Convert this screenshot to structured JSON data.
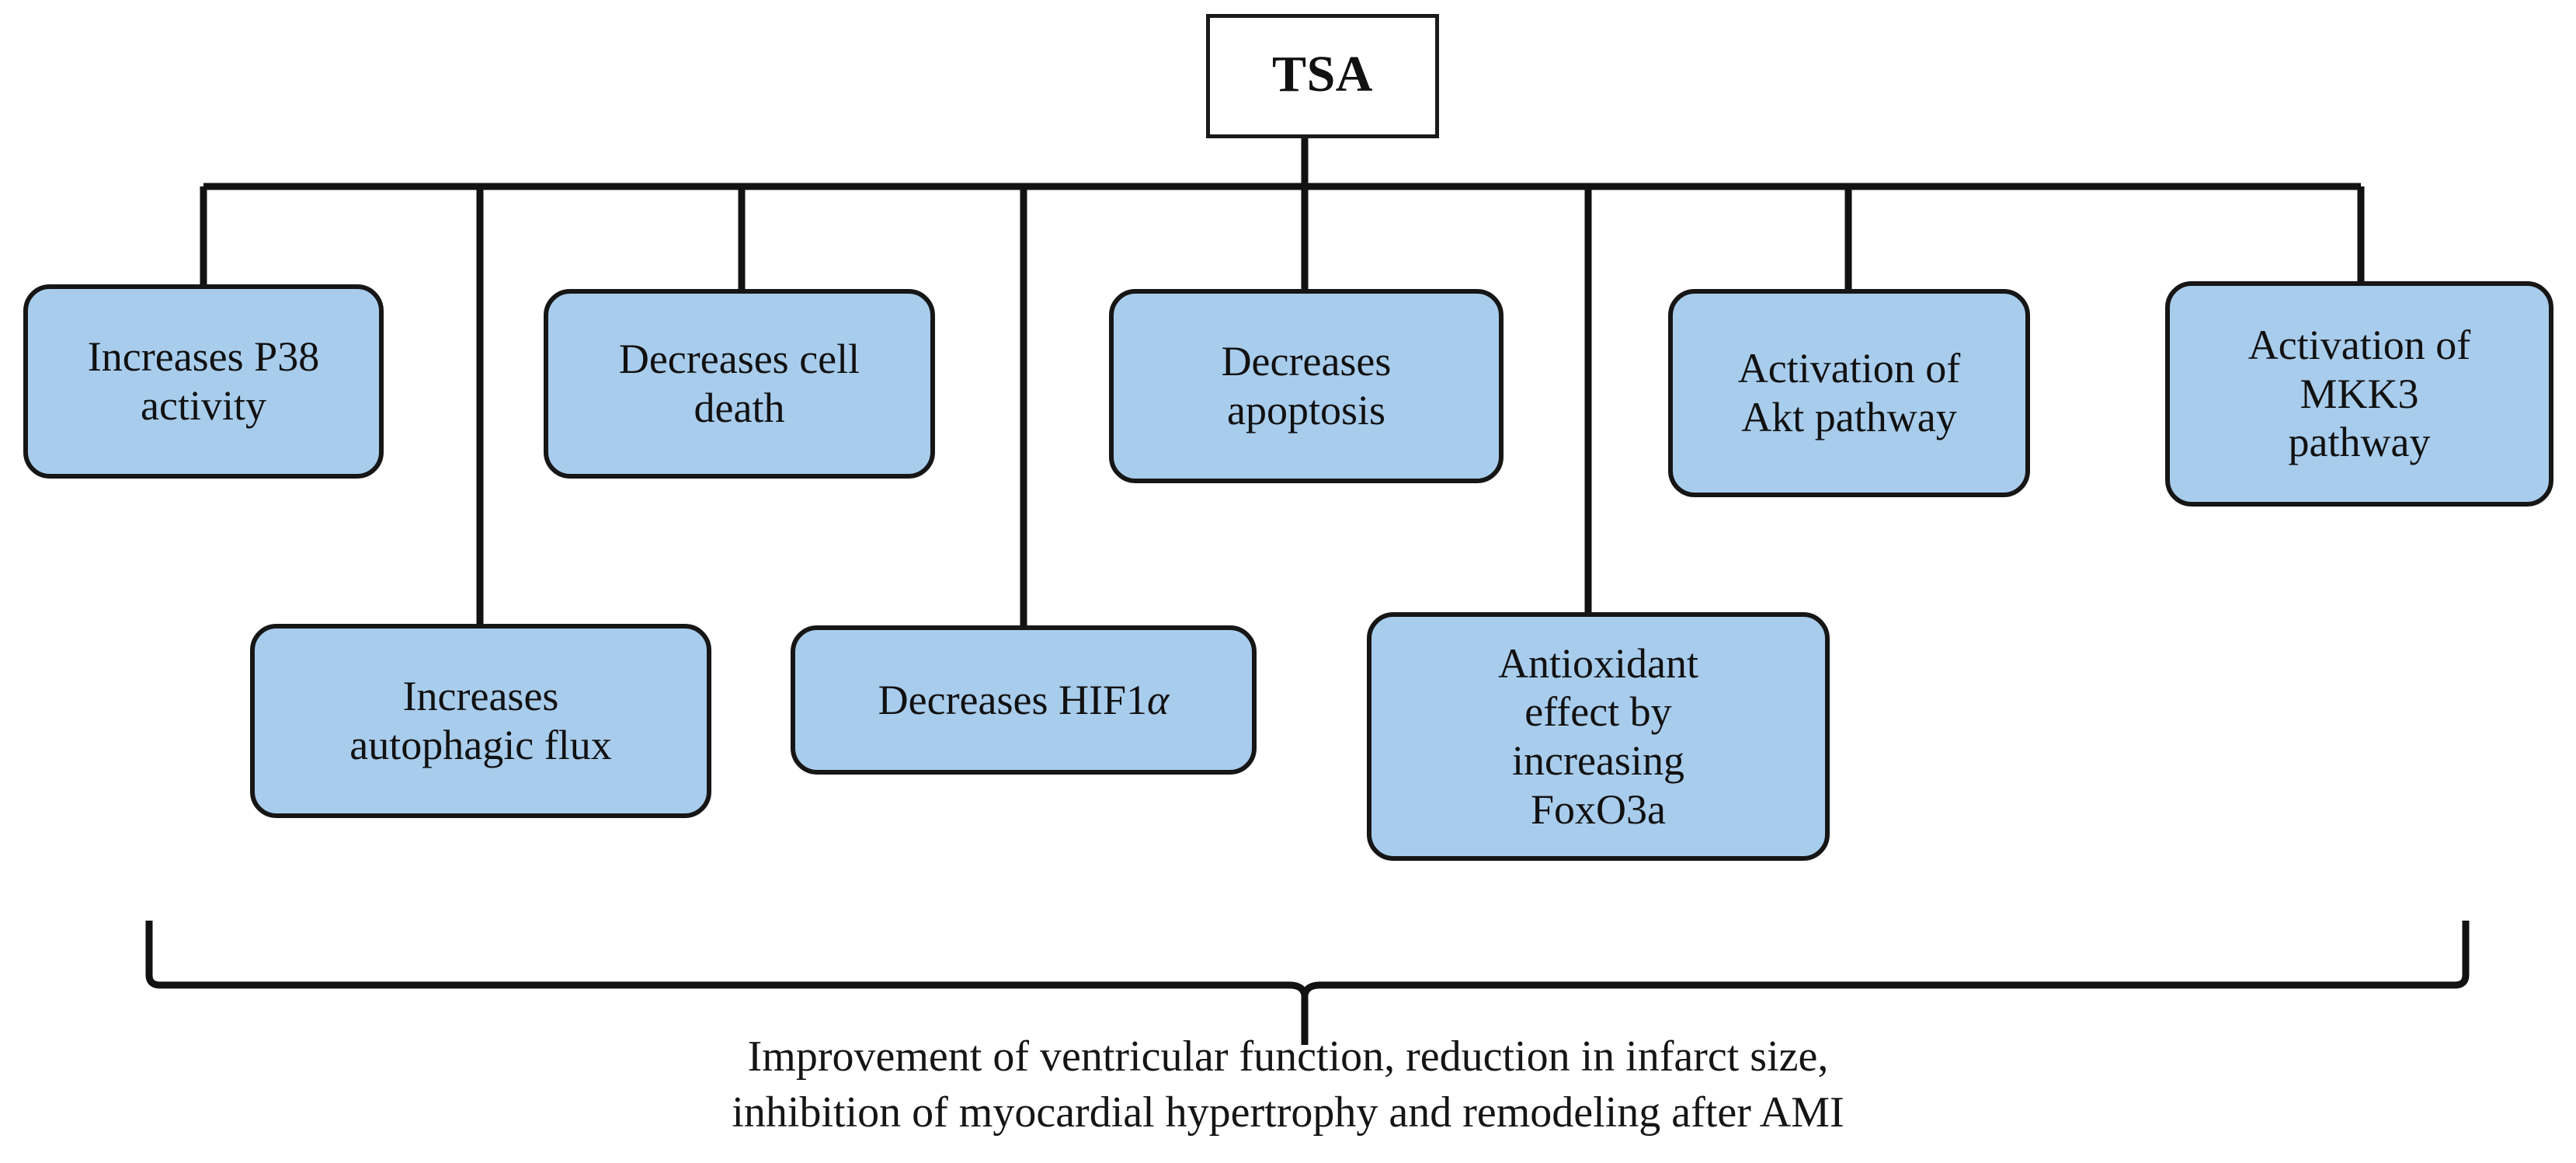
{
  "diagram": {
    "root": {
      "label": "TSA"
    },
    "top_row_nodes": [
      {
        "label": "Increases P38\nactivity"
      },
      {
        "label": "Decreases cell\ndeath"
      },
      {
        "label": "Decreases\napoptosis"
      },
      {
        "label": "Activation of\nAkt pathway"
      },
      {
        "label": "Activation of\nMKK3\npathway"
      }
    ],
    "bottom_row_nodes": [
      {
        "label": "Increases\nautophagic flux"
      },
      {
        "label_prefix": "Decreases HIF1",
        "label_symbol": "α"
      },
      {
        "label": "Antioxidant\neffect by\nincreasing\nFoxO3a"
      }
    ],
    "outcome": {
      "line1": "Improvement of ventricular function, reduction in infarct size,",
      "line2": "inhibition of myocardial hypertrophy and remodeling after AMI"
    },
    "colors": {
      "node_fill": "#a8ccec",
      "node_border": "#161616",
      "root_fill": "#ffffff",
      "line": "#121212",
      "text": "#111111",
      "background": "#ffffff"
    }
  }
}
